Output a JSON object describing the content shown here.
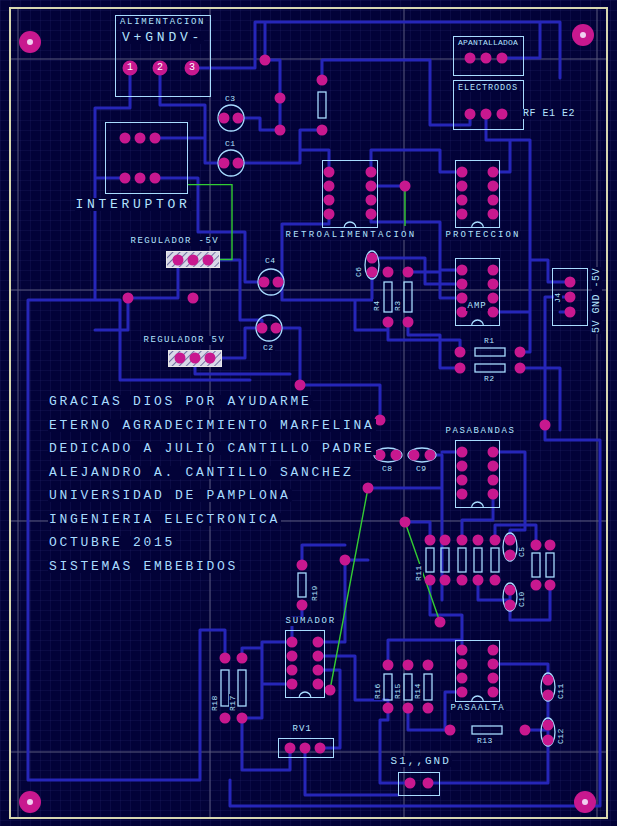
{
  "diagram": {
    "nodes": [
      {
        "text": [
          "ALIMENTACION",
          "V+GNDV-"
        ]
      },
      {
        "text": [
          "APANTALLADOA"
        ]
      },
      {
        "text": [
          "ELECTRODOS"
        ]
      },
      {
        "text": [
          "INTERUPTOR"
        ]
      },
      {
        "text": [
          "RETROALIMENTACION"
        ]
      },
      {
        "text": [
          "PROTECCION"
        ]
      },
      {
        "text": [
          "REGULADOR -5V"
        ]
      },
      {
        "text": [
          "AMP"
        ]
      },
      {
        "text": [
          "J4",
          "5V GND -5V"
        ]
      },
      {
        "text": [
          "REGULADOR 5V"
        ]
      },
      {
        "text": [
          "PASABANDAS"
        ]
      },
      {
        "text": [
          "SUMADOR"
        ]
      },
      {
        "text": [
          "PASAALTA"
        ]
      },
      {
        "text": [
          "RV1"
        ]
      },
      {
        "text": [
          "S1,,GND"
        ]
      }
    ],
    "edges": [
      {
        "from": 3,
        "to": 6,
        "arrow": "none"
      }
    ],
    "labels": [
      "1",
      "2",
      "3",
      "RF E1 E2",
      "C3",
      "C1",
      "C4",
      "C2",
      "C6",
      "R4",
      "R3",
      "R1",
      "R2",
      "GRACIAS DIOS POR AYUDARME",
      "ETERNO AGRADECIMIENTO MARFELINA",
      "DEDICADO A JULIO CANTILLO PADRE",
      "ALEJANDRO A. CANTILLO SANCHEZ",
      "UNIVERSIDAD DE PAMPLONA",
      "INGENIERIA ELECTRONICA",
      "OCTUBRE 2015",
      "SISTEMAS EMBEBIDOS",
      "C8",
      "C9",
      "R11",
      "C5",
      "C10",
      "R19",
      "R18",
      "R17",
      "R16",
      "R15",
      "R14",
      "R13",
      "C11",
      "C12"
    ]
  }
}
